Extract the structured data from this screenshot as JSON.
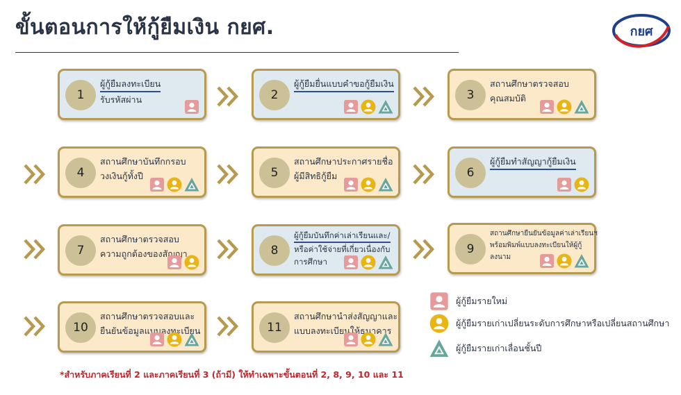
{
  "title": "ขั้นตอนการให้กู้ยืมเงิน กยศ.",
  "logo_text": "กยศ",
  "steps": [
    {
      "num": "1",
      "lines": [
        "ผู้กู้ยืมลงทะเบียน",
        "รับรหัสผ่าน"
      ],
      "icons": [
        "new"
      ]
    },
    {
      "num": "2",
      "lines": [
        "ผู้กู้ยืมยื่นแบบคำขอกู้ยืมเงิน"
      ],
      "icons": [
        "new",
        "change",
        "continue"
      ]
    },
    {
      "num": "3",
      "lines": [
        "สถานศึกษาตรวจสอบ",
        "คุณสมบัติ"
      ],
      "icons": [
        "new",
        "change",
        "continue"
      ]
    },
    {
      "num": "4",
      "lines": [
        "สถานศึกษาบันทึกกรอบ",
        "วงเงินกู้ทั้งปี"
      ],
      "icons": [
        "new",
        "change",
        "continue"
      ]
    },
    {
      "num": "5",
      "lines": [
        "สถานศึกษาประกาศรายชื่อ",
        "ผู้มีสิทธิกู้ยืม"
      ],
      "icons": [
        "new",
        "change",
        "continue"
      ]
    },
    {
      "num": "6",
      "lines": [
        "ผู้กู้ยืมทำสัญญากู้ยืมเงิน"
      ],
      "icons": [
        "new",
        "change"
      ]
    },
    {
      "num": "7",
      "lines": [
        "สถานศึกษาตรวจสอบ",
        "ความถูกต้องของสัญญา"
      ],
      "icons": [
        "new",
        "change"
      ]
    },
    {
      "num": "8",
      "lines": [
        "ผู้กู้ยืมบันทึกค่าเล่าเรียนและ/",
        "หรือค่าใช้จ่ายที่เกี่ยวเนื่องกับ",
        "การศึกษา"
      ],
      "icons": [
        "new",
        "change",
        "continue"
      ]
    },
    {
      "num": "9",
      "lines": [
        "สถานศึกษายืนยันข้อมูลค่าเล่าเรียนฯ",
        "พร้อมพิมพ์แบบลงทะเบียนให้ผู้กู้",
        "ลงนาม"
      ],
      "icons": [
        "new",
        "change",
        "continue"
      ]
    },
    {
      "num": "10",
      "lines": [
        "สถานศึกษาตรวจสอบและ",
        "ยืนยันข้อมูลแบบลงทะเบียน"
      ],
      "icons": [
        "new",
        "change",
        "continue"
      ]
    },
    {
      "num": "11",
      "lines": [
        "สถานศึกษานำส่งสัญญาและ",
        "แบบลงทะเบียนให้ธนาคาร"
      ],
      "icons": [
        "new",
        "change",
        "continue"
      ]
    }
  ],
  "legend": [
    {
      "icon": "new",
      "label": "ผู้กู้ยืมรายใหม่"
    },
    {
      "icon": "change",
      "label": "ผู้กู้ยืมรายเก่าเปลี่ยนระดับการศึกษาหรือเปลี่ยนสถานศึกษา"
    },
    {
      "icon": "continue",
      "label": "ผู้กู้ยืมรายเก่าเลื่อนชั้นปี"
    }
  ],
  "note": "*สำหรับภาคเรียนที่ 2 และภาคเรียนที่ 3 (ถ้ามี) ให้ทำเฉพาะขั้นตอนที่ 2, 8, 9, 10 และ 11",
  "colors": {
    "border": "#b69a4f",
    "blue_card": "#deeaf0",
    "yellow_card": "#fbe9c9",
    "new_icon": "#e79a9a",
    "change_icon": "#e8b514",
    "continue_icon": "#66a69e",
    "note": "#c0262c"
  }
}
